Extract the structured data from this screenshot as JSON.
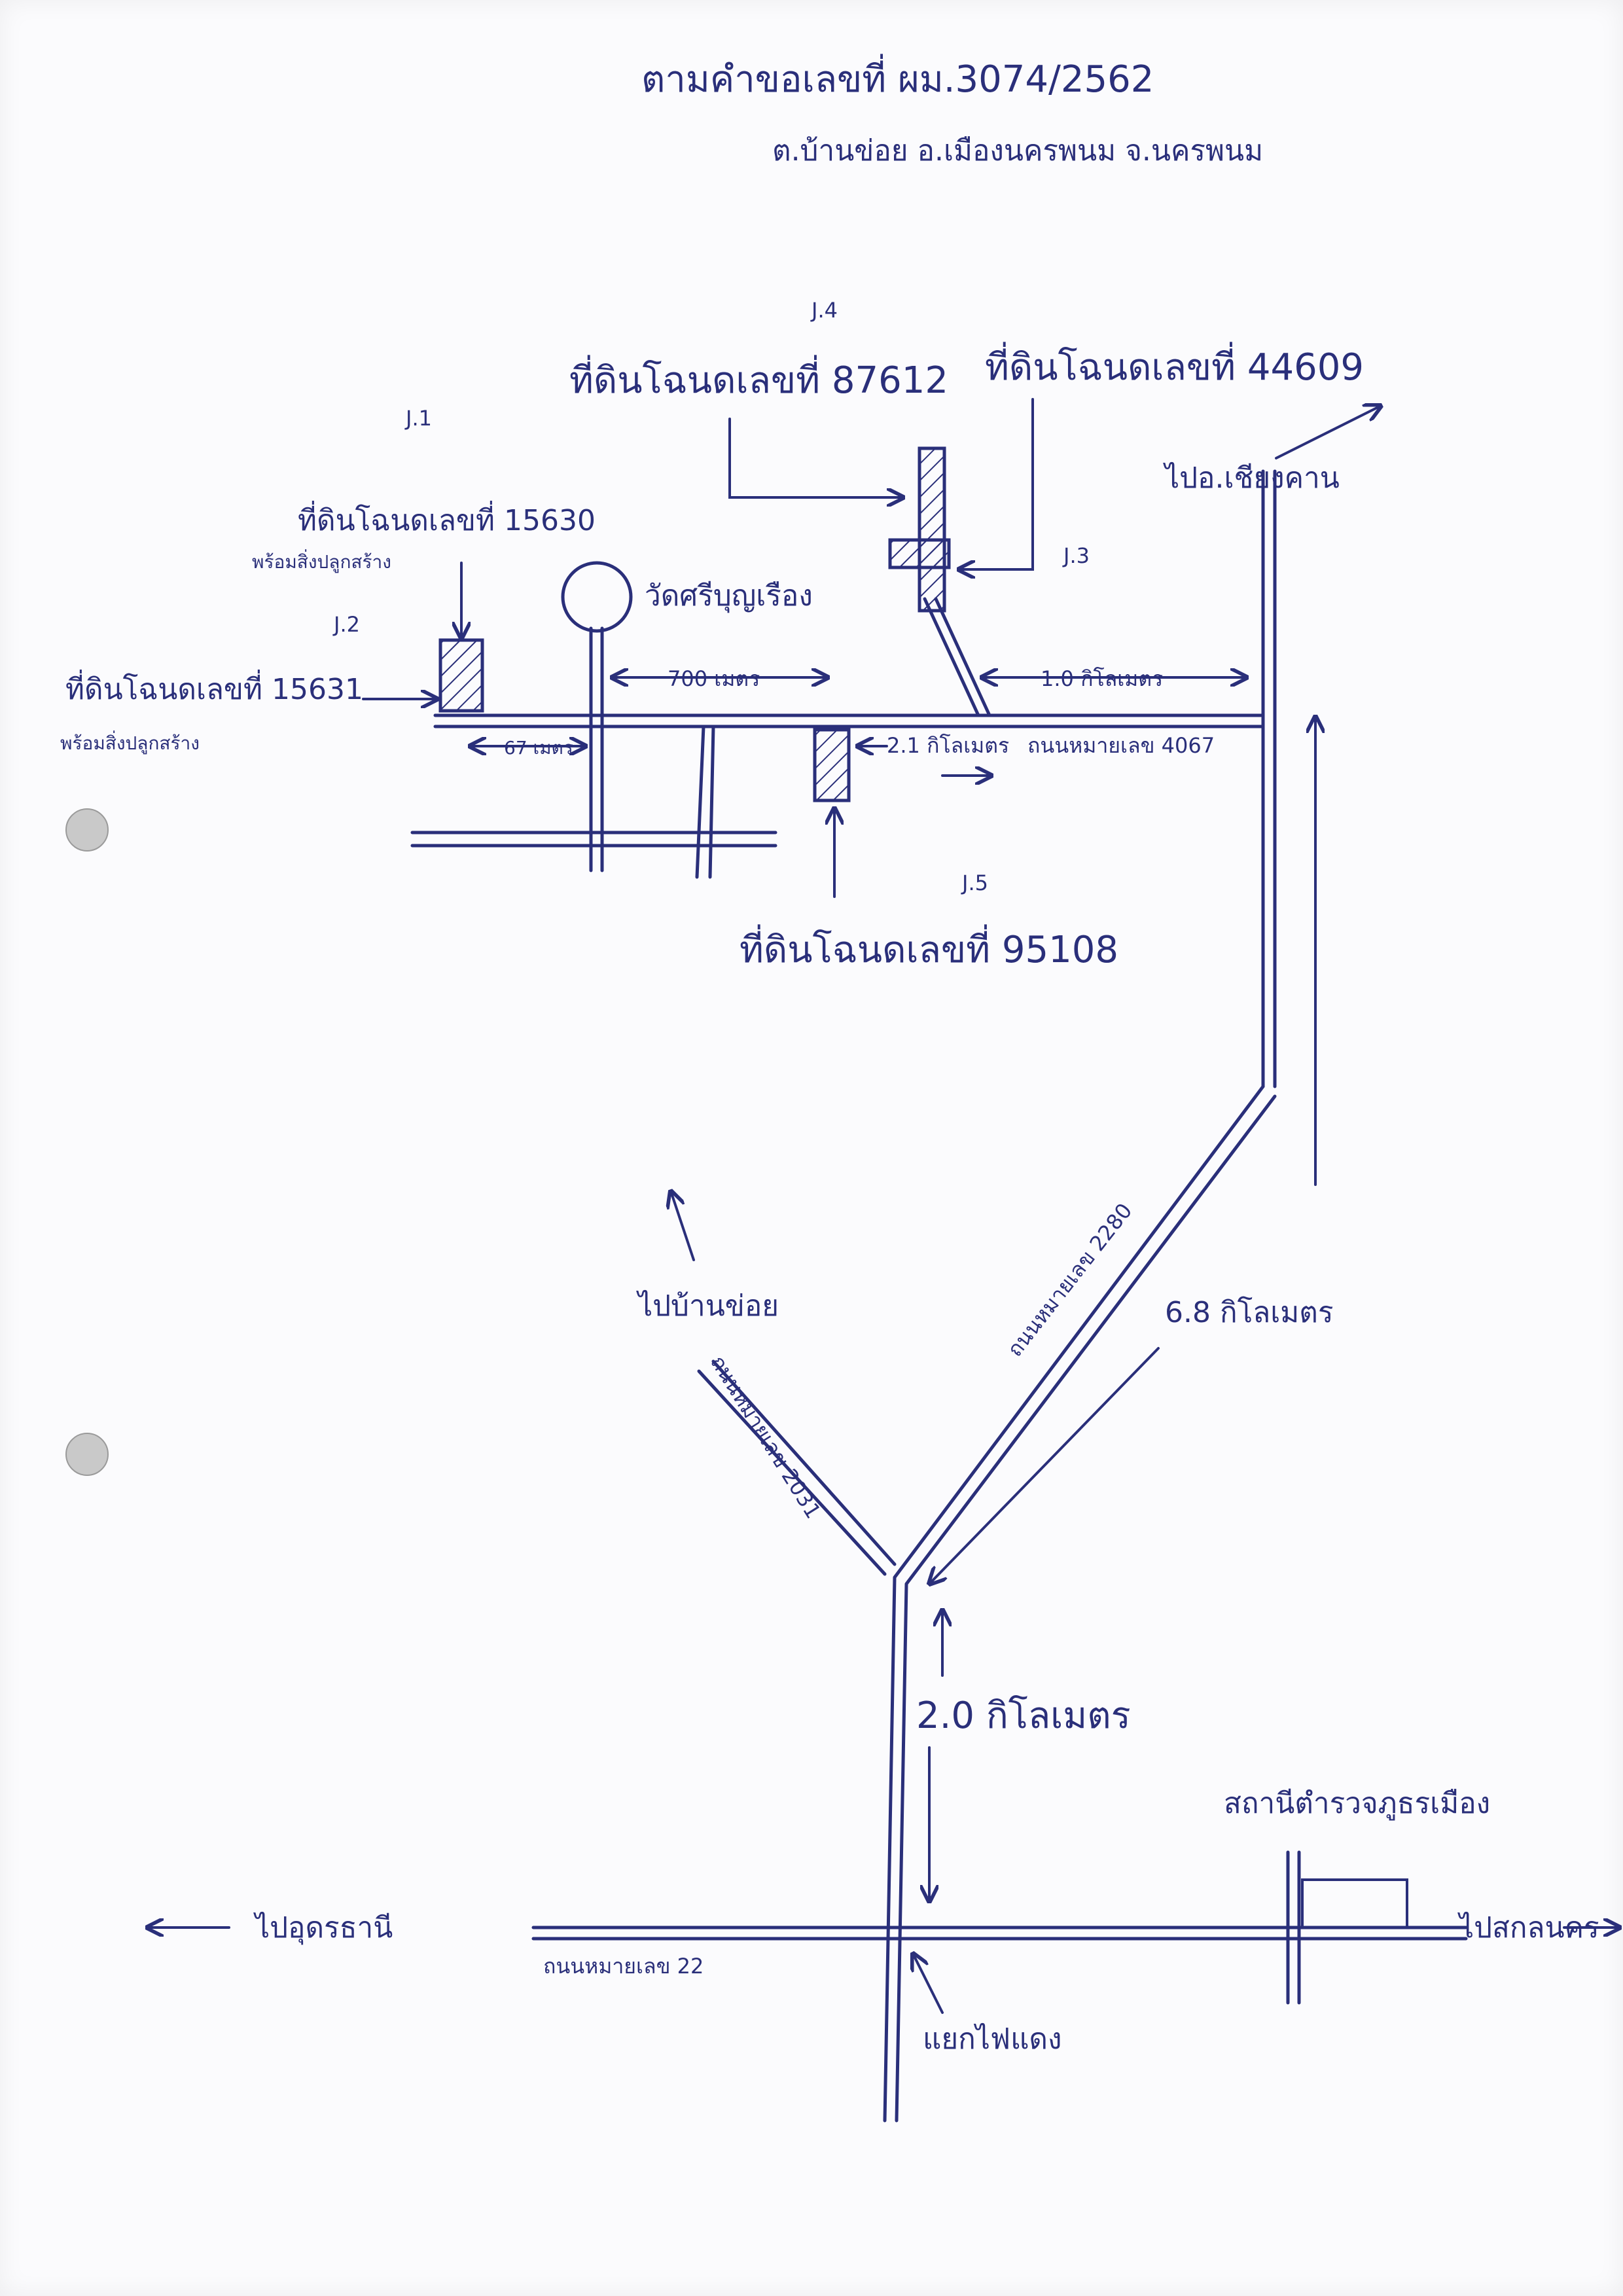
{
  "header": {
    "case_ref": "ตามคำขอเลขที่ ผม.3074/2562",
    "location": "ต.บ้านข่อย อ.เมืองนครพนม จ.นครพนม"
  },
  "parcels": [
    {
      "id": "J.1",
      "label": "ที่ดินโฉนดเลขที่ 15630",
      "note": "พร้อมสิ่งปลูกสร้าง"
    },
    {
      "id": "J.2",
      "label": "ที่ดินโฉนดเลขที่ 15631",
      "note": "พร้อมสิ่งปลูกสร้าง"
    },
    {
      "id": "J.3",
      "label": ""
    },
    {
      "id": "J.4",
      "label": "ที่ดินโฉนดเลขที่ 87612"
    },
    {
      "id": "J.5",
      "label": "ที่ดินโฉนดเลขที่ 95108"
    },
    {
      "id": "",
      "label": "ที่ดินโฉนดเลขที่ 44609"
    }
  ],
  "landmarks": {
    "temple": "วัดศรีบุญเรือง",
    "police_station": "สถานีตำรวจภูธรเมือง"
  },
  "distances": {
    "d_67": "67 เมตร",
    "d_700": "700 เมตร",
    "d_100km": "1.0 กิโลเมตร",
    "d_21km": "2.1 กิโลเมตร",
    "d_68km": "6.8 กิโลเมตร",
    "d_20km": "2.0 กิโลเมตร"
  },
  "roads": {
    "road_4067": "ถนนหมายเลข 4067",
    "road_2280": "ถนนหมายเลข 2280",
    "road_2031": "ถนนหมายเลข 2031",
    "road_22": "ถนนหมายเลข 22"
  },
  "directions": {
    "to_north_right": "ไปอ.เชียงคาน",
    "to_ban_khoi": "ไปบ้านข่อย",
    "to_udon": "ไปอุดรธานี",
    "to_sakon": "ไปสกลนคร",
    "junction": "แยกไฟแดง"
  },
  "icons": [
    "north-arrow-icon",
    "punch-hole-icon"
  ]
}
